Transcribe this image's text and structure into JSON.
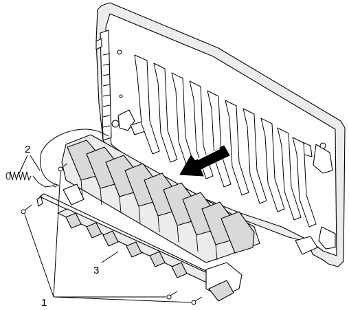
{
  "callouts": [
    {
      "id": "screws",
      "label": "1"
    },
    {
      "id": "springs",
      "label": "2"
    },
    {
      "id": "roller-assembly",
      "label": "3"
    }
  ],
  "colors": {
    "line": "#000000",
    "fill_gray": "#d9d9d9",
    "fill_light": "#ececec",
    "fill_white": "#ffffff",
    "arrow": "#000000"
  }
}
